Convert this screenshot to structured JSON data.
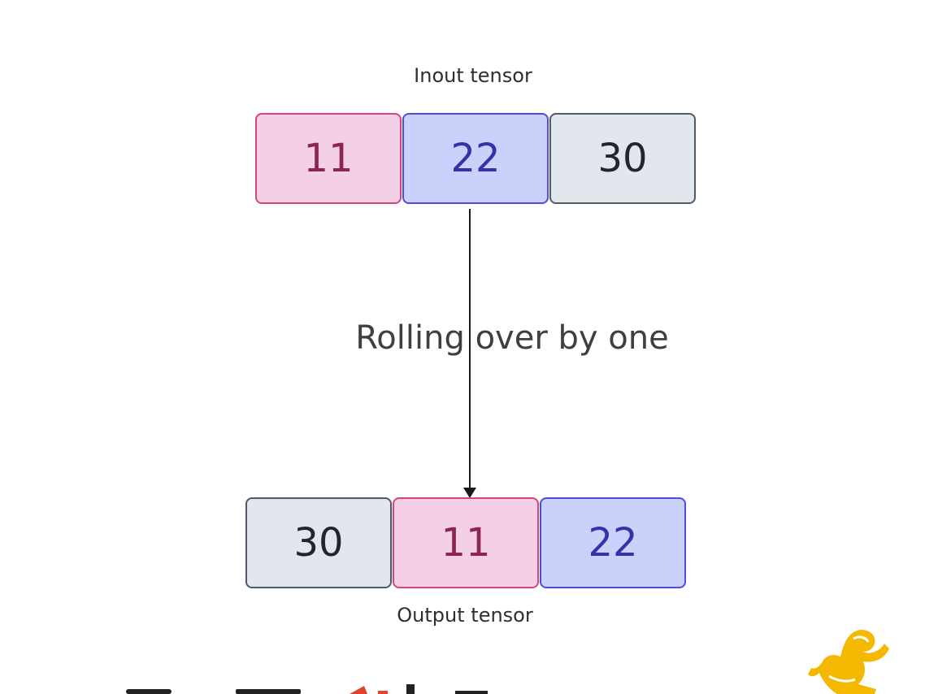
{
  "input": {
    "title": "Inout tensor",
    "cells": [
      {
        "value": "11",
        "style": "pink"
      },
      {
        "value": "22",
        "style": "blue"
      },
      {
        "value": "30",
        "style": "gray"
      }
    ]
  },
  "output": {
    "title": "Output tensor",
    "cells": [
      {
        "value": "30",
        "style": "gray"
      },
      {
        "value": "11",
        "style": "pink"
      },
      {
        "value": "22",
        "style": "blue"
      }
    ]
  },
  "arrow": {
    "label": "Rolling over by one"
  },
  "colors": {
    "pink_fill": "#f3d0e6",
    "pink_border": "#d1467f",
    "blue_fill": "#c8d2fb",
    "blue_border": "#5549dc",
    "gray_fill": "#e2e7ee",
    "gray_border": "#4e5a6a",
    "logo_red": "#e0452b",
    "logo_dark": "#222222",
    "mascot_gold": "#f5b800"
  },
  "icons": {
    "brand_logo": "brand-logo-icon",
    "mascot": "mascot-figure-icon"
  }
}
